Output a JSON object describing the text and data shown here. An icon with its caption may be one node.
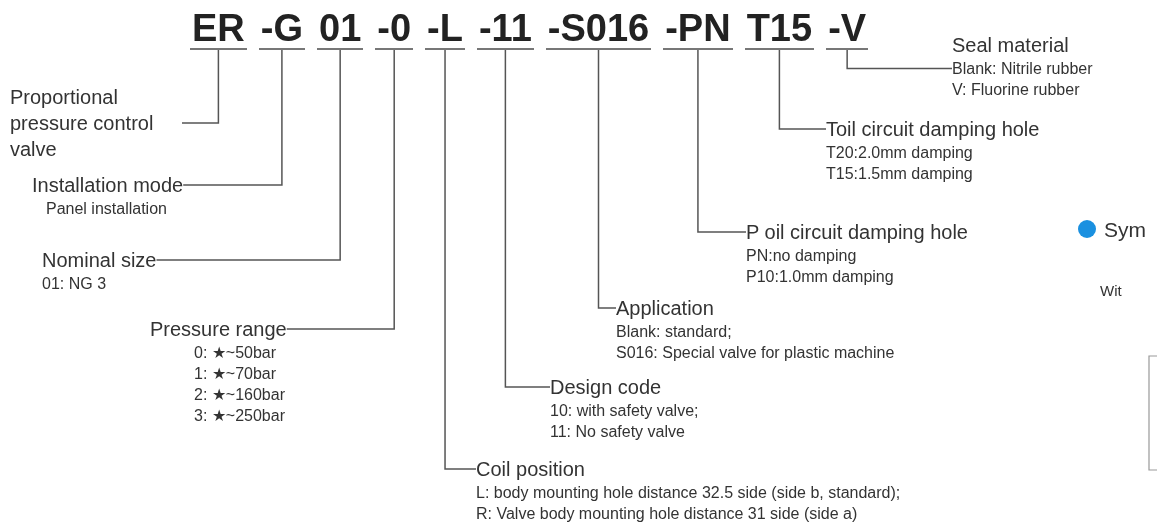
{
  "diagram": {
    "nodes": [
      {
        "text": [
          "ER"
        ]
      },
      {
        "text": [
          "-G"
        ]
      },
      {
        "text": [
          "01"
        ]
      },
      {
        "text": [
          "-0"
        ]
      },
      {
        "text": [
          "-L"
        ]
      },
      {
        "text": [
          "-11"
        ]
      },
      {
        "text": [
          "-S016"
        ]
      },
      {
        "text": [
          "-PN"
        ]
      },
      {
        "text": [
          "T15"
        ]
      },
      {
        "text": [
          "-V"
        ]
      },
      {
        "text": [
          "Proportional pressure control valve"
        ]
      },
      {
        "text": [
          "Installation mode",
          "Panel installation"
        ]
      },
      {
        "text": [
          "Nominal size",
          "01: NG 3"
        ]
      },
      {
        "text": [
          "Pressure range",
          "0: ★~50bar",
          "1: ★~70bar",
          "2: ★~160bar",
          "3: ★~250bar"
        ]
      },
      {
        "text": [
          "Seal material",
          "Blank: Nitrile rubber",
          "V: Fluorine rubber"
        ]
      },
      {
        "text": [
          "Toil circuit damping hole",
          "T20:2.0mm damping",
          "T15:1.5mm damping"
        ]
      },
      {
        "text": [
          "P oil circuit damping hole",
          "PN:no damping",
          "P10:1.0mm damping"
        ]
      },
      {
        "text": [
          "Application",
          "Blank: standard;",
          "S016: Special valve for plastic machine"
        ]
      },
      {
        "text": [
          "Design code",
          "10: with safety valve;",
          "11: No safety valve"
        ]
      },
      {
        "text": [
          "Coil position",
          "L: body mounting hole distance 32.5 side (side b, standard);",
          "R: Valve body mounting hole distance 31 side (side a)"
        ]
      }
    ],
    "edges": [
      {
        "from": 10,
        "to": 0,
        "arrow": "none"
      },
      {
        "from": 11,
        "to": 1,
        "arrow": "none"
      },
      {
        "from": 12,
        "to": 2,
        "arrow": "none"
      },
      {
        "from": 13,
        "to": 3,
        "arrow": "none"
      },
      {
        "from": 14,
        "to": 9,
        "arrow": "none"
      },
      {
        "from": 15,
        "to": 8,
        "arrow": "none"
      },
      {
        "from": 16,
        "to": 7,
        "arrow": "none"
      },
      {
        "from": 17,
        "to": 6,
        "arrow": "none"
      },
      {
        "from": 18,
        "to": 5,
        "arrow": "none"
      },
      {
        "from": 19,
        "to": 4,
        "arrow": "none"
      }
    ],
    "labels": [
      "Sym",
      "Wit"
    ]
  }
}
